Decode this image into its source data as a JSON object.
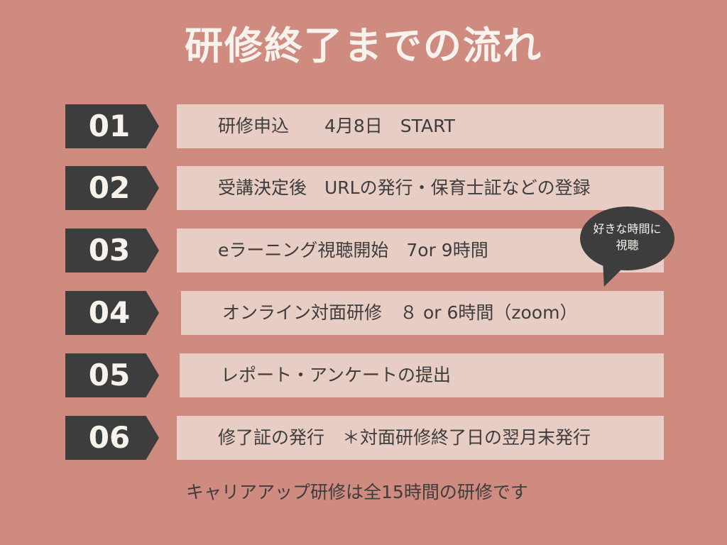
{
  "title": "研修終了までの流れ",
  "steps": [
    {
      "num": "01",
      "text": "研修申込　　4月8日　START"
    },
    {
      "num": "02",
      "text": "受講決定後　URLの発行・保育士証などの登録"
    },
    {
      "num": "03",
      "text": "eラーニング視聴開始　7or 9時間"
    },
    {
      "num": "04",
      "text": "オンライン対面研修　８ or 6時間（zoom）"
    },
    {
      "num": "05",
      "text": "レポート・アンケートの提出"
    },
    {
      "num": "06",
      "text": "修了証の発行　＊対面研修終了日の翌月末発行"
    }
  ],
  "bubble": {
    "line1": "好きな時間に",
    "line2": "視聴"
  },
  "footer": "キャリアアップ研修は全15時間の研修です",
  "colors": {
    "background": "#cf8b80",
    "dark": "#3d3d3d",
    "bar": "#e8cdc4",
    "light_text": "#f7f2ec"
  }
}
